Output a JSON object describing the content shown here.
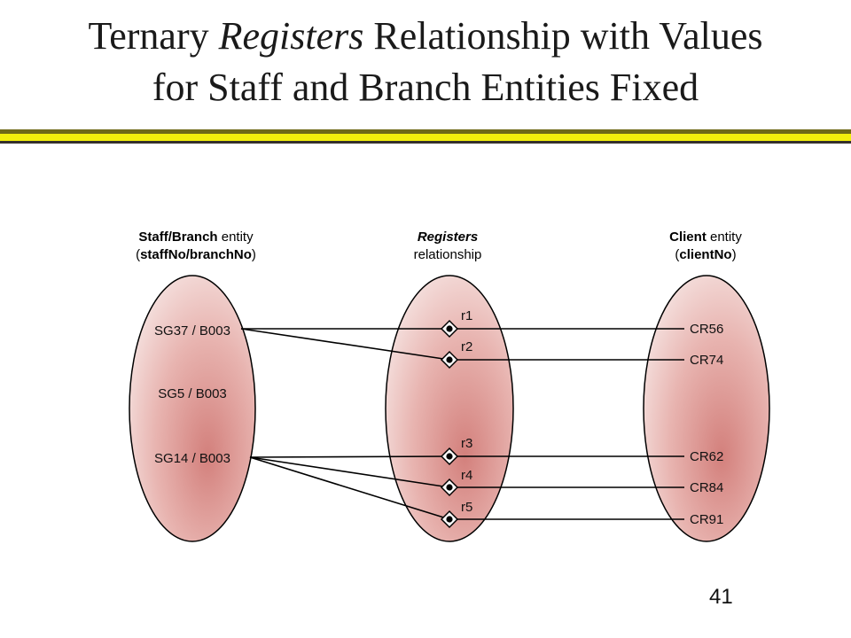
{
  "slide": {
    "title_line1_prefix": "Ternary ",
    "title_line1_italic": "Registers",
    "title_line1_suffix": " Relationship with Values",
    "title_line2": "for Staff and Branch Entities Fixed",
    "page_number": "41"
  },
  "diagram": {
    "left_header_bold": "Staff/Branch",
    "left_header_rest": " entity",
    "left_sub_open": "(",
    "left_sub_bold": "staffNo/branchNo",
    "left_sub_close": ")",
    "mid_header_italic": "Registers",
    "mid_sub": "relationship",
    "right_header_bold": "Client",
    "right_header_rest": " entity",
    "right_sub_open": "(",
    "right_sub_bold": "clientNo",
    "right_sub_close": ")",
    "staff_items": [
      "SG37 / B003",
      "SG5 / B003",
      "SG14 / B003"
    ],
    "relationship_items": [
      "r1",
      "r2",
      "r3",
      "r4",
      "r5"
    ],
    "client_items": [
      "CR56",
      "CR74",
      "CR62",
      "CR84",
      "CR91"
    ],
    "colors": {
      "ellipse_fill_center": "#d88a86",
      "ellipse_fill_edge": "#f6e6e4",
      "stroke": "#000000"
    }
  }
}
